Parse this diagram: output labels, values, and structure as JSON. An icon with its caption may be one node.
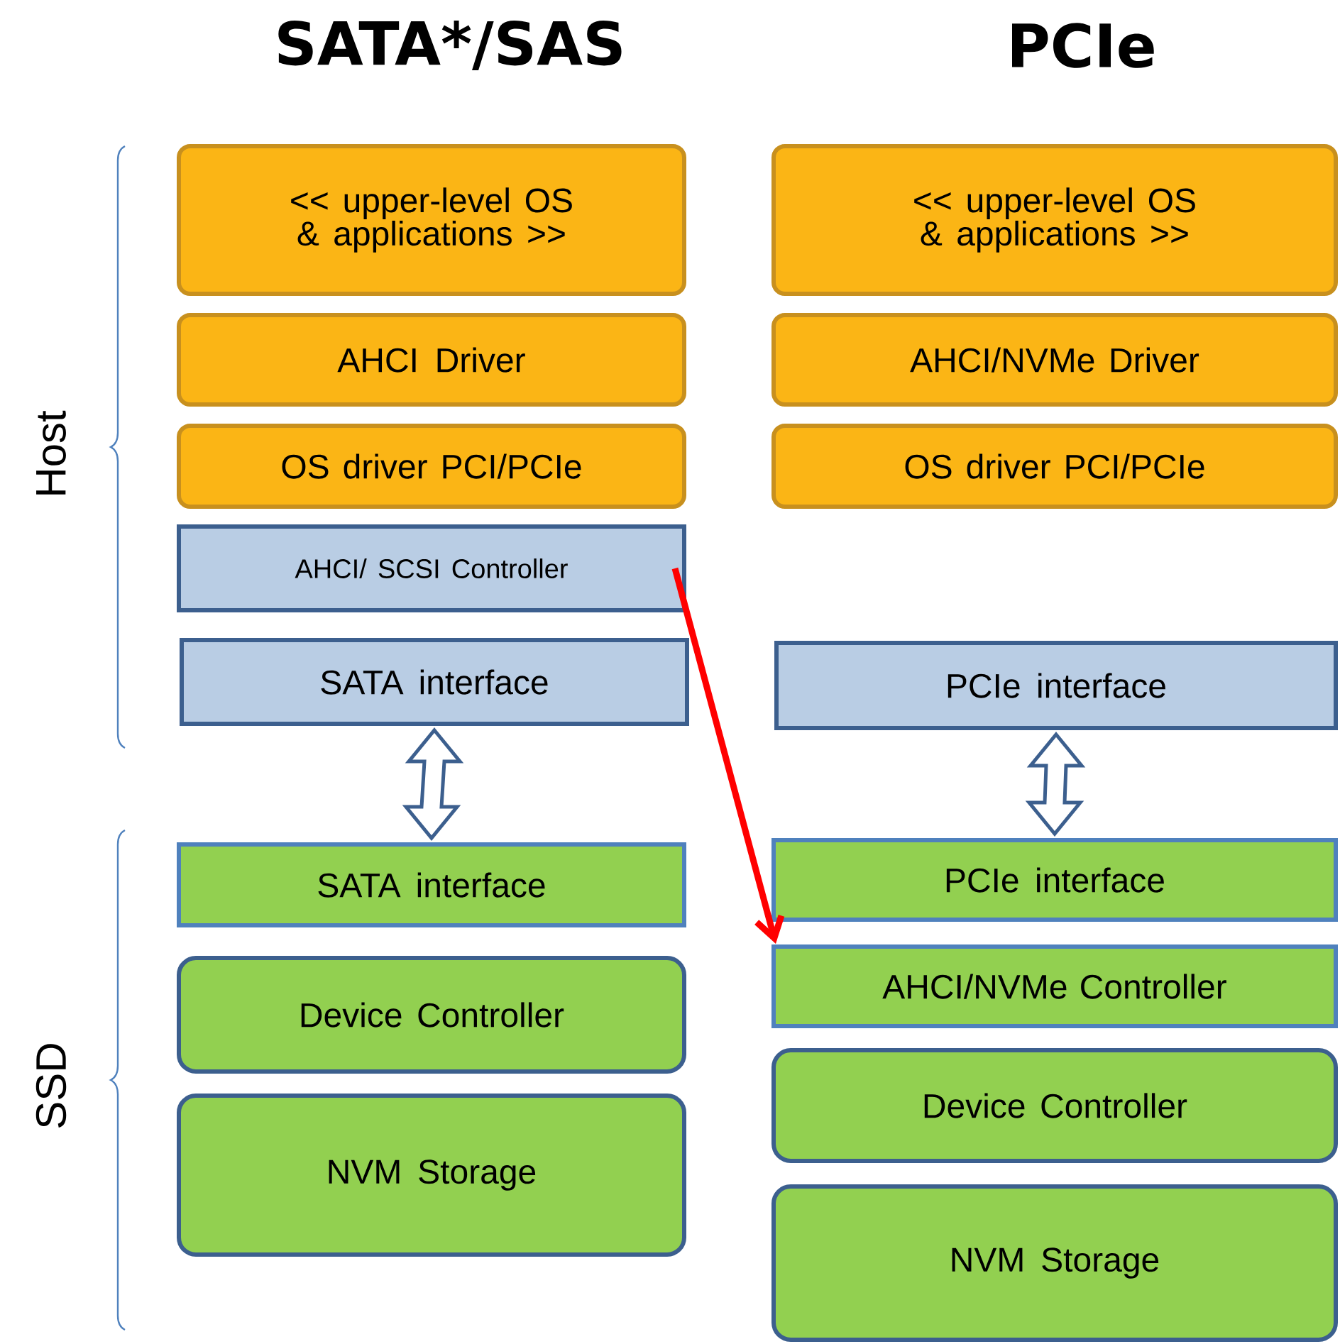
{
  "diagram": {
    "nodes": [
      {
        "text": [
          "<< upper-level OS & applications >>"
        ]
      },
      {
        "text": [
          "AHCI Driver"
        ]
      },
      {
        "text": [
          "OS driver PCI/PCIe"
        ]
      },
      {
        "text": [
          "AHCI/ SCSI Controller"
        ]
      },
      {
        "text": [
          "SATA interface"
        ]
      },
      {
        "text": [
          "SATA interface"
        ]
      },
      {
        "text": [
          "Device Controller"
        ]
      },
      {
        "text": [
          "NVM Storage"
        ]
      },
      {
        "text": [
          "<< upper-level OS & applications >>"
        ]
      },
      {
        "text": [
          "AHCI/NVMe Driver"
        ]
      },
      {
        "text": [
          "OS driver PCI/PCIe"
        ]
      },
      {
        "text": [
          "PCIe interface"
        ]
      },
      {
        "text": [
          "PCIe interface"
        ]
      },
      {
        "text": [
          "AHCI/NVMe Controller"
        ]
      },
      {
        "text": [
          "Device Controller"
        ]
      },
      {
        "text": [
          "NVM Storage"
        ]
      }
    ],
    "edges": [
      {
        "from": 4,
        "to": 5,
        "arrow": "both"
      },
      {
        "from": 11,
        "to": 12,
        "arrow": "both"
      },
      {
        "from": 3,
        "to": 13,
        "arrow": "to",
        "color": "#ff0000"
      }
    ],
    "labels": [
      "SATA*/SAS",
      "PCIe",
      "Host",
      "SSD"
    ]
  }
}
